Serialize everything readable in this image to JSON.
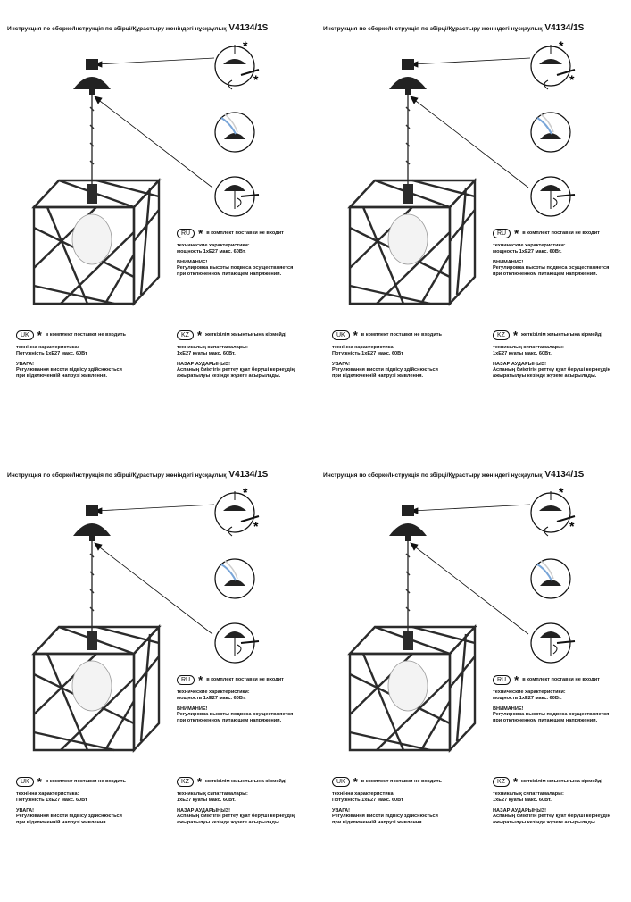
{
  "title": {
    "text": "Инструкция по сборке/Інструкція по збірці/Құрастыру жөніндегі нұсқаулық",
    "model": "V4134/1S"
  },
  "ru": {
    "badge": "RU",
    "not_included": "в комплект поставки не входит",
    "spec_heading": "технические характеристики:",
    "spec_value": "мощность 1хE27 макс. 60Вт.",
    "warn_heading": "ВНИМАНИЕ!",
    "warn_line1": "Регулировка высоты подвеса осуществляется",
    "warn_line2": "при отключенном питающем напряжении."
  },
  "uk": {
    "badge": "UK",
    "not_included": "в комплект поставки не входить",
    "spec_heading": "технічна характеристика:",
    "spec_value": "Потужність 1хE27 макс. 60Вт",
    "warn_heading": "УВАГА!",
    "warn_line1": "Регулювання висоти підвісу здійснюється",
    "warn_line2": "при відключенній напрузі живлення."
  },
  "kz": {
    "badge": "KZ",
    "not_included": "жеткізілім жиынтығына кірмейді",
    "spec_heading": "техникалық сипаттамалары:",
    "spec_value": "1хE27 қуаты макс. 60Вт.",
    "warn_heading": "НАЗАР АУДАРЫҢЫЗ!",
    "warn_line1": "Аспаның биіктігін реттеу қуат беруші кернеудің",
    "warn_line2": "ажыратылуы кезінде жүзеге асырылады."
  },
  "icons": {
    "star": "asterisk-icon"
  },
  "colors": {
    "ink": "#111111",
    "lamp": "#2b2b2b",
    "bulb": "#f3f3f3",
    "wire_blue": "#7aa6d8"
  }
}
